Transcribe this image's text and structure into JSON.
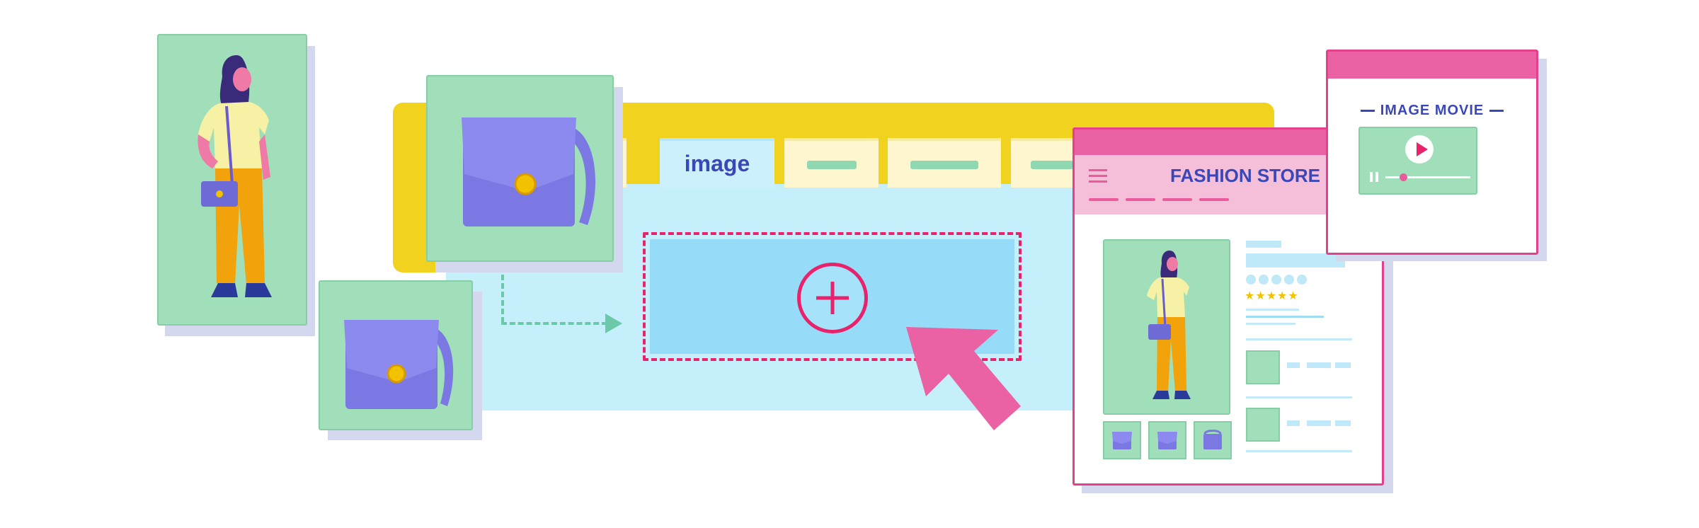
{
  "editor": {
    "tabs": [
      {
        "label": "",
        "active": false
      },
      {
        "label": "image",
        "active": true
      },
      {
        "label": "",
        "active": false
      },
      {
        "label": "",
        "active": false
      },
      {
        "label": "",
        "active": false
      }
    ],
    "drop_zone": {
      "action": "add",
      "icon": "plus-icon"
    }
  },
  "store": {
    "title": "FASHION STORE",
    "menu_icon": "hamburger-icon",
    "rating_stars": "★★★★★",
    "rating_value": 5,
    "thumbnails": [
      "bag-thumb",
      "bag-thumb",
      "bag-thumb"
    ]
  },
  "movie": {
    "title": "IMAGE MOVIE",
    "play_icon": "play-icon",
    "pause_icon": "pause-icon",
    "progress": 0.15
  },
  "colors": {
    "accent_pink": "#e8236c",
    "brand_blue": "#3a47b8",
    "mint": "#a0dfb9",
    "yellow": "#f1d21f",
    "sky": "#c6effc",
    "purple": "#7b78e4"
  }
}
